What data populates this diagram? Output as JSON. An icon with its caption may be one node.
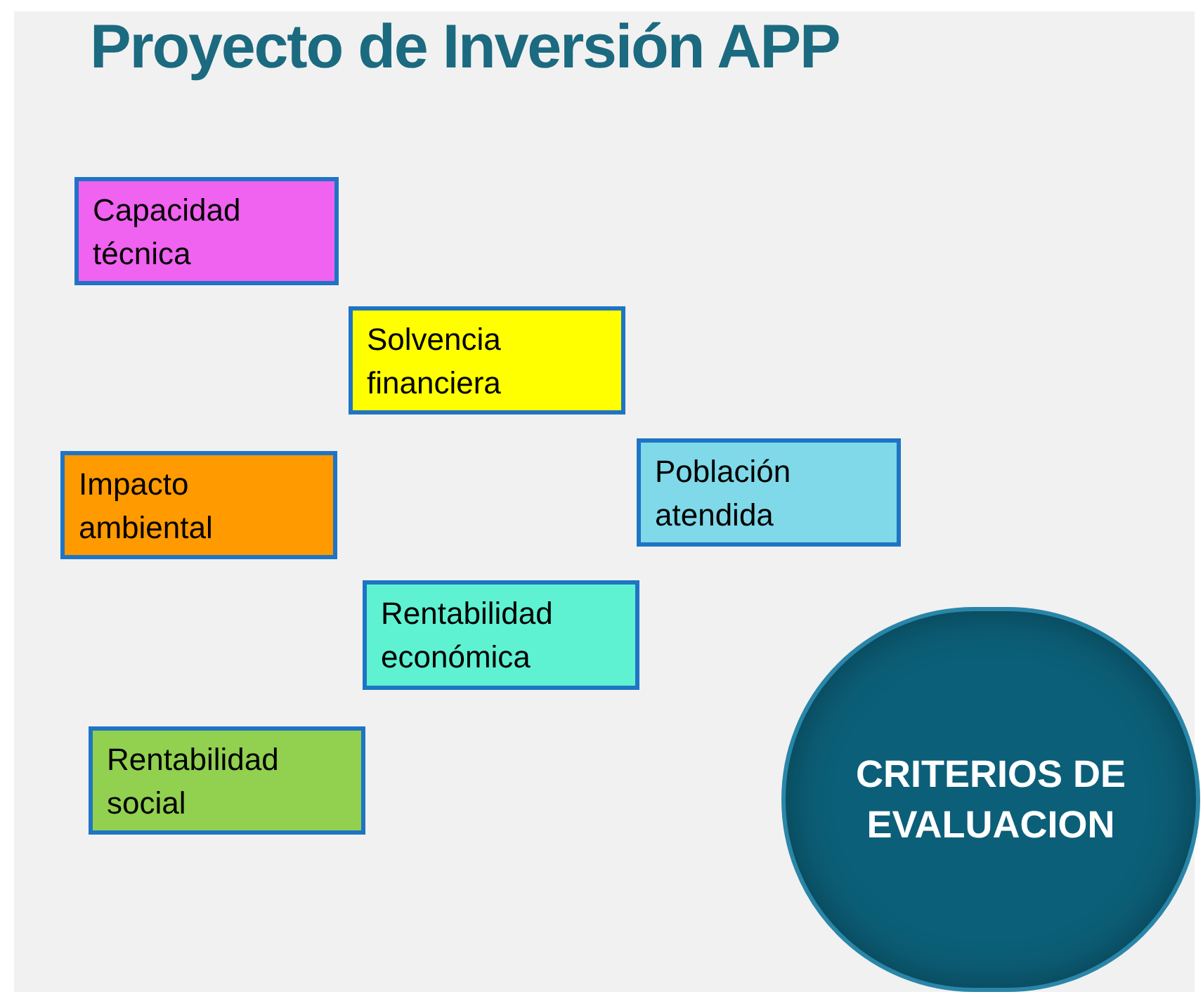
{
  "diagram": {
    "title": "Proyecto de Inversión APP",
    "nodes": [
      {
        "text": [
          "Capacidad técnica"
        ]
      },
      {
        "text": [
          "Solvencia financiera"
        ]
      },
      {
        "text": [
          "Impacto ambiental"
        ]
      },
      {
        "text": [
          "Población atendida"
        ]
      },
      {
        "text": [
          "Rentabilidad económica"
        ]
      },
      {
        "text": [
          "Rentabilidad social"
        ]
      },
      {
        "text": [
          "CRITERIOS DE EVALUACION"
        ]
      }
    ]
  }
}
